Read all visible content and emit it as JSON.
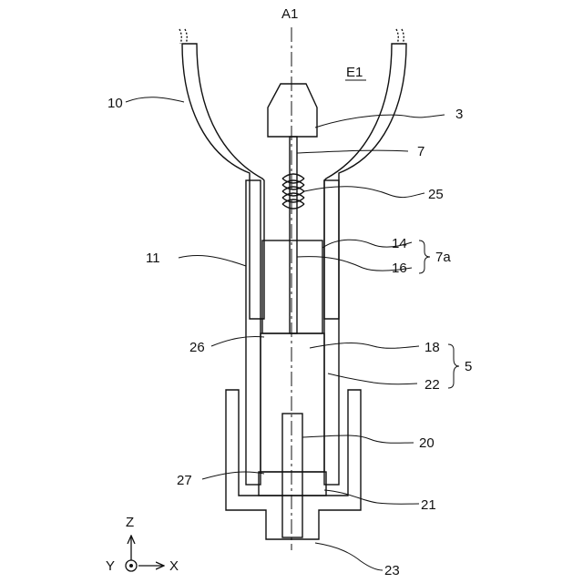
{
  "figure": {
    "axis_label": "A1",
    "region_label": "E1",
    "references": {
      "r10": "10",
      "r3": "3",
      "r7": "7",
      "r25": "25",
      "r11": "11",
      "r14": "14",
      "r16": "16",
      "r7a": "7a",
      "r26": "26",
      "r18": "18",
      "r5": "5",
      "r22": "22",
      "r20": "20",
      "r27": "27",
      "r21": "21",
      "r23": "23"
    },
    "coordinate_axes": {
      "z": "Z",
      "y": "Y",
      "x": "X"
    }
  }
}
